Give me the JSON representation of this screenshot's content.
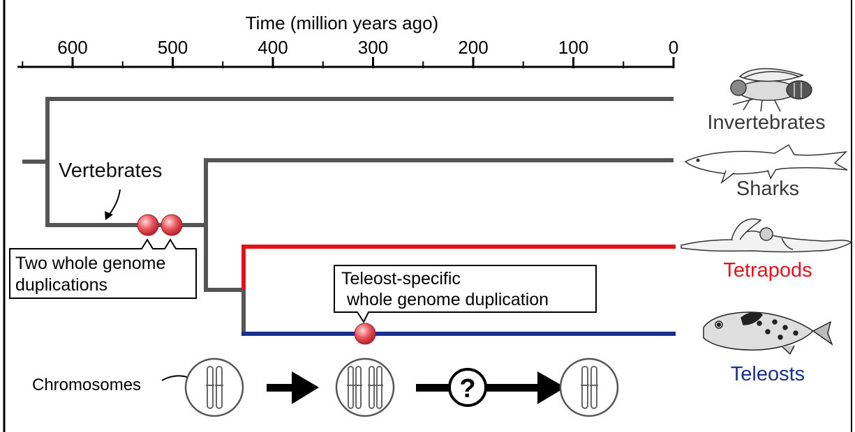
{
  "axis": {
    "title": "Time (million years ago)",
    "ticks": [
      600,
      500,
      400,
      300,
      200,
      100,
      0
    ]
  },
  "clades": {
    "vertebrates": "Vertebrates",
    "invertebrates": "Invertebrates",
    "sharks": "Sharks",
    "tetrapods": "Tetrapods",
    "teleosts": "Teleosts"
  },
  "callouts": {
    "two_wgd_line1": "Two whole genome",
    "two_wgd_line2": "duplications",
    "teleost_wgd_line1": "Teleost-specific",
    "teleost_wgd_line2": "whole genome duplication"
  },
  "chromosomes": {
    "label": "Chromosomes",
    "question": "?"
  },
  "colors": {
    "branch": "#555555",
    "tetrapods": "#e4111b",
    "teleosts": "#1b2f8e",
    "duplication_dot": "#e8555d"
  },
  "icons": {
    "invertebrates": "fly-icon",
    "sharks": "shark-icon",
    "tetrapods": "swimmer-icon",
    "teleosts": "pufferfish-icon"
  }
}
